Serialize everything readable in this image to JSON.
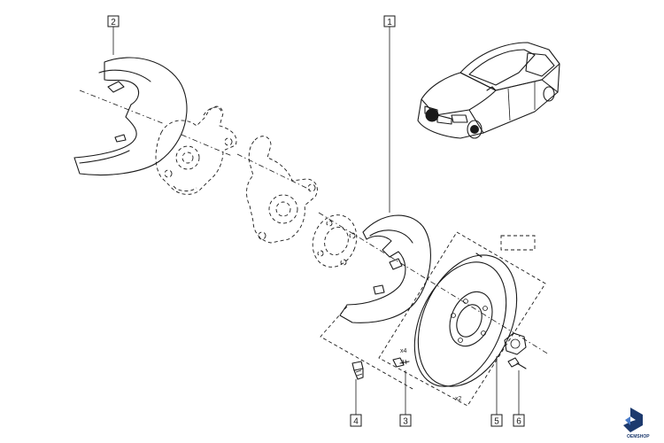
{
  "parts": [
    {
      "id": "2",
      "label": "2"
    },
    {
      "id": "1",
      "label": "1"
    },
    {
      "id": "4",
      "label": "4"
    },
    {
      "id": "3",
      "label": "3"
    },
    {
      "id": "5",
      "label": "5"
    },
    {
      "id": "6",
      "label": "6"
    }
  ],
  "annotations": {
    "qty_bolts": "x4",
    "qty_disc": "x2"
  },
  "logo": {
    "text": "OEMSHOP",
    "color": "#1d3a6e"
  }
}
